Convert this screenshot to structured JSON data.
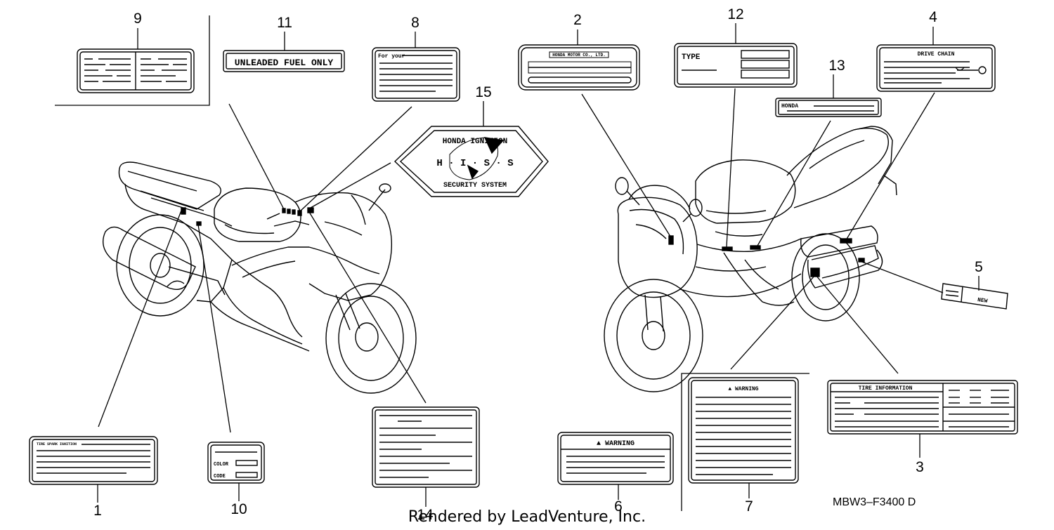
{
  "callouts": {
    "c1": "1",
    "c2": "2",
    "c3": "3",
    "c4": "4",
    "c5": "5",
    "c6": "6",
    "c7": "7",
    "c8": "8",
    "c9": "9",
    "c10": "10",
    "c11": "11",
    "c12": "12",
    "c13": "13",
    "c14": "14",
    "c15": "15"
  },
  "labels": {
    "fuel": "UNLEADED FUEL ONLY",
    "for_your": "For your",
    "honda_motor": "HONDA MOTOR CO., LTD.",
    "type": "TYPE",
    "drive_chain": "DRIVE CHAIN",
    "honda": "HONDA",
    "his_top": "HONDA IGNITION",
    "his_mid": "H · I · S · S",
    "his_bottom": "SECURITY SYSTEM",
    "new": "NEW",
    "warning_6": "▲ WARNING",
    "warning_7": "▲ WARNING",
    "tire_info": "TIRE INFORMATION",
    "tire_spark": "TIRE SPARK IGNITION",
    "color": "COLOR",
    "code": "CODE"
  },
  "diagram_code": "MBW3–F3400 D",
  "footer": "Rendered by LeadVenture, Inc."
}
